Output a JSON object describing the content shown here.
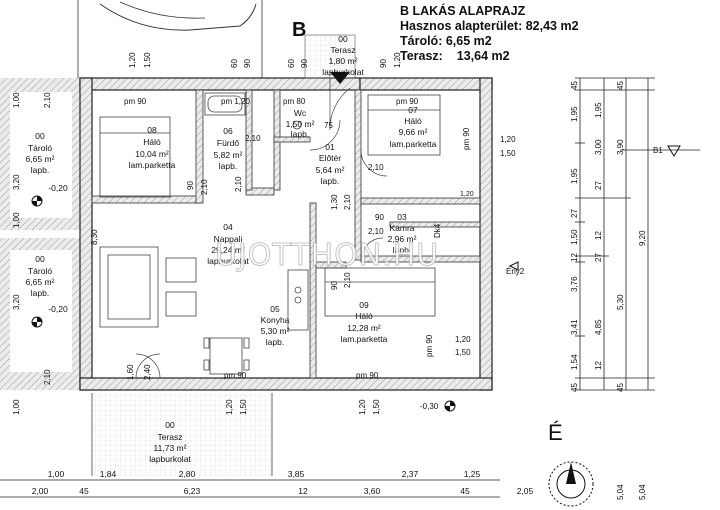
{
  "header": {
    "title": "B LAKÁS ALAPRAJZ",
    "line1": "Hasznos alapterület: 82,43 m2",
    "line2": "Tároló: 6,65 m2",
    "line3_label": "Terasz:",
    "line3_value": "13,64 m2"
  },
  "section_mark": "B",
  "watermark": "UJOTTHON.HU",
  "north": "É",
  "rooms": {
    "r08": {
      "num": "08",
      "name": "Háló",
      "area": "10,04 m²",
      "floor": "lam.parketta"
    },
    "r06": {
      "num": "06",
      "name": "Fürdő",
      "area": "5,82 m²",
      "floor": "lapb."
    },
    "wc": {
      "name": "Wc",
      "area": "1,50 m²",
      "floor": "lapb."
    },
    "r01": {
      "num": "01",
      "name": "Előtér",
      "area": "5,64 m²",
      "floor": "lapb."
    },
    "r07": {
      "num": "07",
      "name": "Háló",
      "area": "9,66 m²",
      "floor": "lam.parketta"
    },
    "r04": {
      "num": "04",
      "name": "Nappali",
      "area": "29,24 m²",
      "floor": "lapburkolat"
    },
    "r03": {
      "num": "03",
      "name": "Kamra",
      "area": "2,96 m²",
      "floor": "lapb."
    },
    "r05": {
      "num": "05",
      "name": "Konyha",
      "area": "5,30 m²",
      "floor": "lapb."
    },
    "r09": {
      "num": "09",
      "name": "Háló",
      "area": "12,28 m²",
      "floor": "lam.parketta"
    },
    "storage_top": {
      "num": "00",
      "name": "Tároló",
      "area": "6,65 m²",
      "floor": "lapb.",
      "level": "-0,20"
    },
    "storage_bottom": {
      "num": "00",
      "name": "Tároló",
      "area": "6,65 m²",
      "floor": "lapb.",
      "level": "-0,20"
    },
    "terrace_top": {
      "num": "00",
      "name": "Terasz",
      "area": "1,80 m²",
      "floor": "lapburkolat"
    },
    "terrace_bottom": {
      "num": "00",
      "name": "Terasz",
      "area": "11,73 m²",
      "floor": "lapburkolat"
    }
  },
  "annotations": {
    "pm90": "pm 90",
    "pm120": "pm 1,20",
    "pm80": "pm 80",
    "pm90v": "pm 90",
    "level_ext": "-0,30",
    "b1": "B1",
    "eny2": "Ény2",
    "dk4": "Dk4",
    "v_1_00": "1,00",
    "v_2_10": "2,10",
    "v_1_50": "1,50",
    "v_1_20": "1,20",
    "v_90": "90",
    "v_75": "75",
    "v_60": "60",
    "v_45": "45",
    "v_1_30": "1,30",
    "v_1_60": "1,60",
    "v_2_40": "2,40",
    "v_8_30": "8,30",
    "v_3_20": "3,20"
  },
  "dims_bottom_row1": [
    "1,00",
    "1,84",
    "2,80",
    "3,85",
    "2,37",
    "1,25"
  ],
  "dims_bottom_row2": [
    "2,00",
    "45",
    "6,23",
    "12",
    "3,60",
    "45",
    "2,05"
  ],
  "dims_right_col1": [
    "45",
    "1,95",
    "1,95",
    "27",
    "1,50",
    "12",
    "3,76",
    "3,41",
    "1,54",
    "45"
  ],
  "dims_right_col2": [
    "3,00",
    "4,85"
  ],
  "dims_right_col3": [
    "45",
    "3,90",
    "5,30",
    "45"
  ],
  "dims_right_col4": [
    "9,20"
  ],
  "dims_right_bottom": [
    "5,04",
    "5,04"
  ],
  "dims_top": [
    "1,20",
    "1,50",
    "60",
    "90",
    "60",
    "90",
    "90",
    "1,20"
  ]
}
